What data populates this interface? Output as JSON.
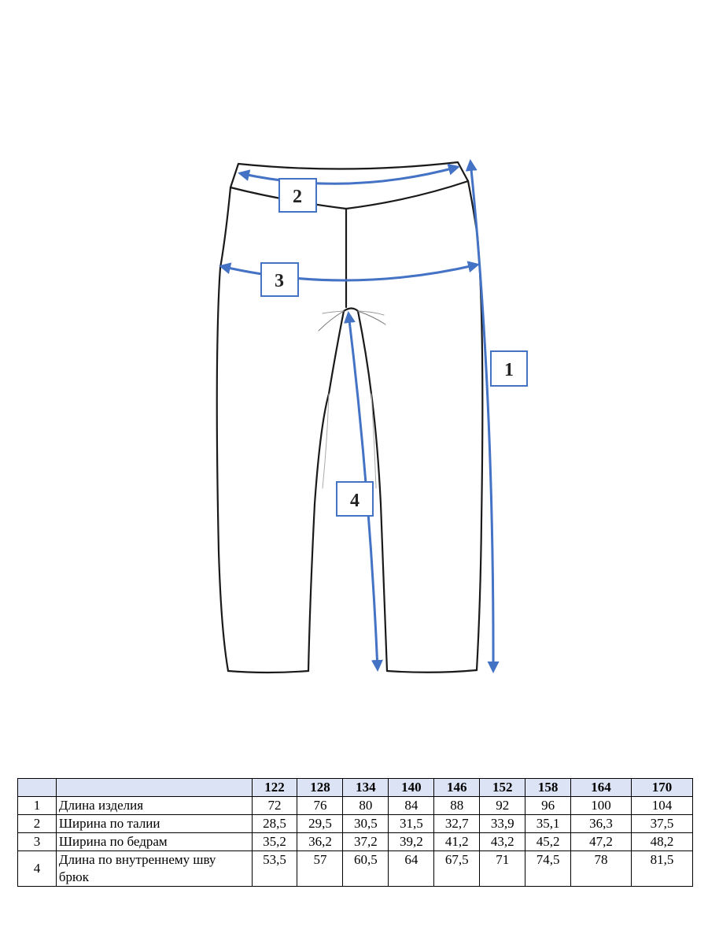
{
  "diagram": {
    "markers": [
      "1",
      "2",
      "3",
      "4"
    ],
    "colors": {
      "outline": "#1a1a1a",
      "arrow": "#4472c4",
      "box_border": "#4472c4"
    }
  },
  "table": {
    "header_colors": {
      "background": "#dbe3f4"
    },
    "sizes": [
      "122",
      "128",
      "134",
      "140",
      "146",
      "152",
      "158",
      "164",
      "170"
    ],
    "rows": [
      {
        "index": "1",
        "name": "Длина изделия",
        "values": [
          "72",
          "76",
          "80",
          "84",
          "88",
          "92",
          "96",
          "100",
          "104"
        ]
      },
      {
        "index": "2",
        "name": "Ширина по талии",
        "values": [
          "28,5",
          "29,5",
          "30,5",
          "31,5",
          "32,7",
          "33,9",
          "35,1",
          "36,3",
          "37,5"
        ]
      },
      {
        "index": "3",
        "name": "Ширина по бедрам",
        "values": [
          "35,2",
          "36,2",
          "37,2",
          "39,2",
          "41,2",
          "43,2",
          "45,2",
          "47,2",
          "48,2"
        ]
      },
      {
        "index": "4",
        "name": "Длина по внутреннему шву брюк",
        "values": [
          "53,5",
          "57",
          "60,5",
          "64",
          "67,5",
          "71",
          "74,5",
          "78",
          "81,5"
        ]
      }
    ]
  }
}
